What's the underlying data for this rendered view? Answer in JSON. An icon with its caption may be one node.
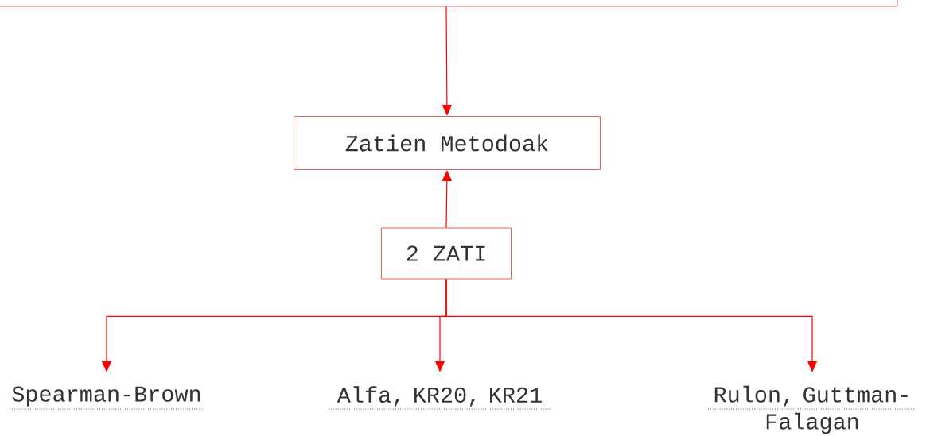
{
  "diagram": {
    "nodes": [
      {
        "text": [],
        "shape": "box"
      },
      {
        "text": [
          "Zatien Metodoak"
        ]
      },
      {
        "text": [
          "2 ZATI"
        ]
      },
      {
        "text": [
          "Spearman-Brown"
        ]
      },
      {
        "text": [
          "Alfa, KR20, KR21"
        ]
      },
      {
        "text": [
          "Rulon, Guttman-Falagan"
        ]
      }
    ],
    "edges": [
      {
        "from": 0,
        "to": 1,
        "arrow": "to"
      },
      {
        "from": 2,
        "to": 1,
        "arrow": "to"
      },
      {
        "from": 2,
        "to": 3,
        "arrow": "to"
      },
      {
        "from": 2,
        "to": 4,
        "arrow": "to"
      },
      {
        "from": 2,
        "to": 5,
        "arrow": "to"
      }
    ]
  }
}
